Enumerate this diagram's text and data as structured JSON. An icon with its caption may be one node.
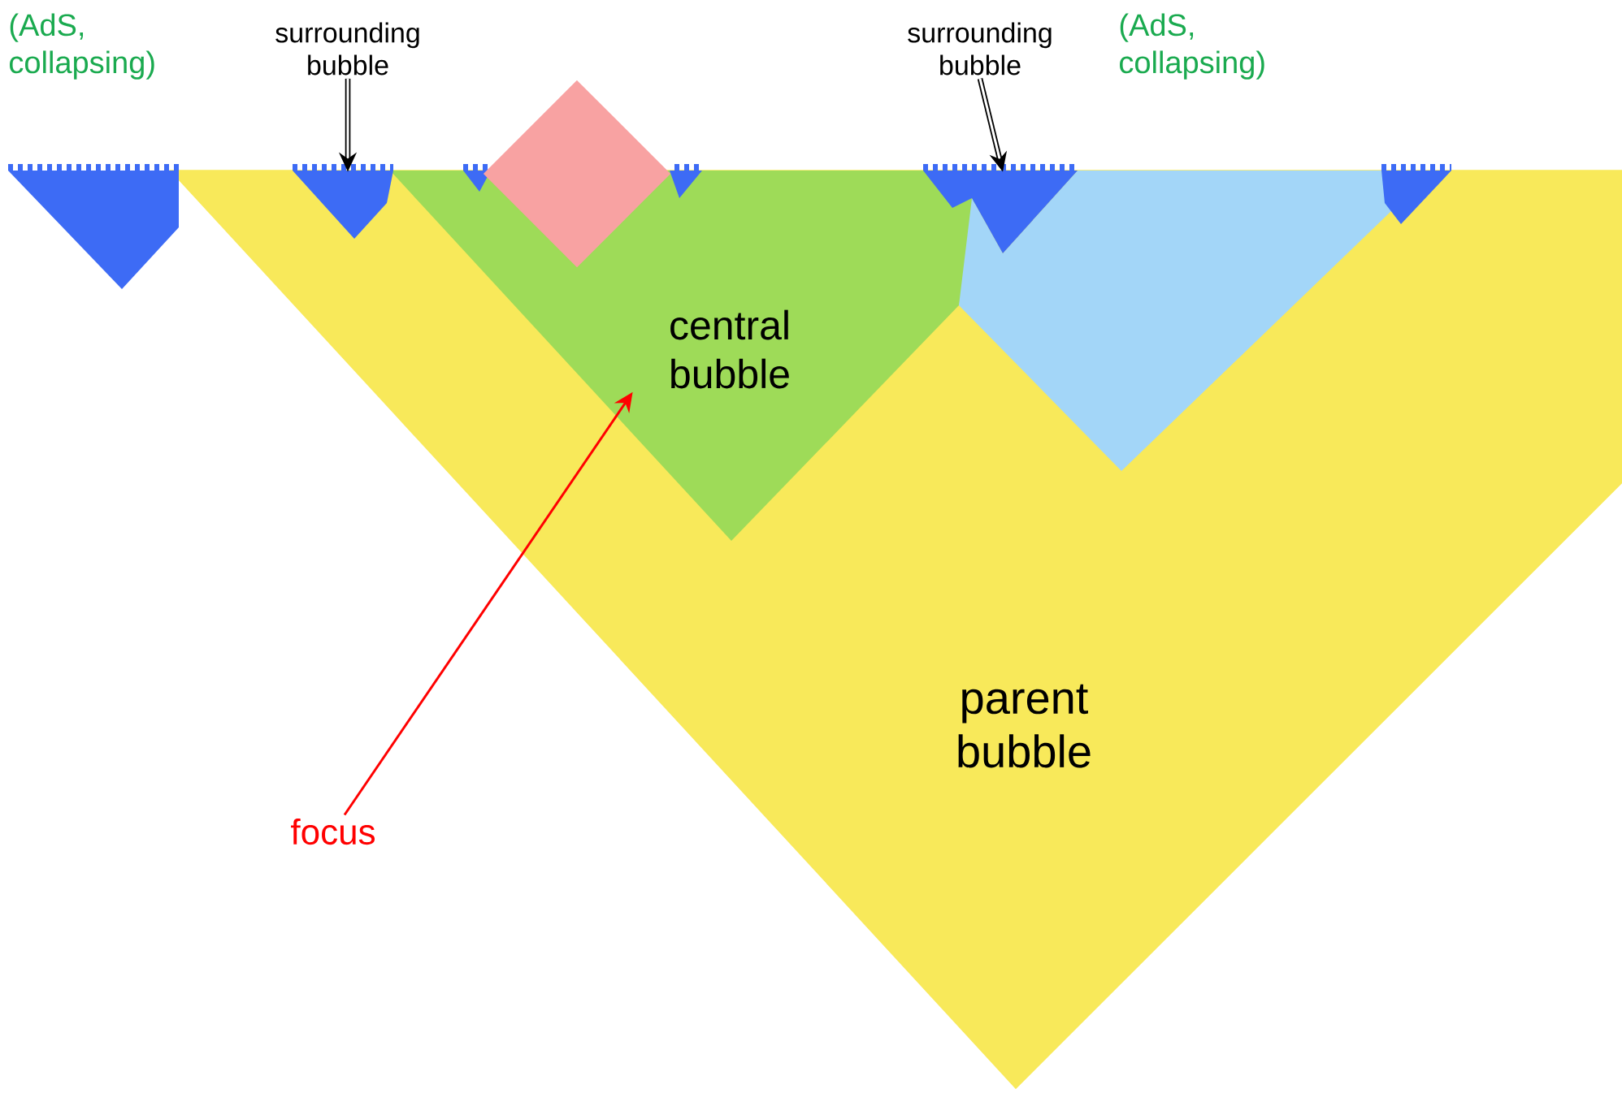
{
  "diagram": {
    "nodes": [
      {
        "text": [
          "parent bubble"
        ]
      },
      {
        "text": [
          "central bubble"
        ],
        "in": 0
      },
      {
        "text": [
          "focus"
        ]
      },
      {
        "text": [
          "surrounding bubble"
        ]
      },
      {
        "text": [],
        "shape": "triangle",
        "in": 0
      },
      {
        "text": [
          "surrounding bubble"
        ]
      },
      {
        "text": [],
        "shape": "triangle",
        "in": 0
      },
      {
        "text": [],
        "shape": "diamond"
      },
      {
        "text": [],
        "shape": "triangle",
        "in": 0
      }
    ],
    "edges": [
      {
        "from": 2,
        "to": 1,
        "arrow": "to",
        "color": "#ff0000"
      },
      {
        "from": 3,
        "to": 4,
        "arrow": "to"
      },
      {
        "from": 5,
        "to": 6,
        "arrow": "to"
      }
    ],
    "labels": [
      "(AdS, collapsing)",
      "(AdS, collapsing)"
    ]
  }
}
